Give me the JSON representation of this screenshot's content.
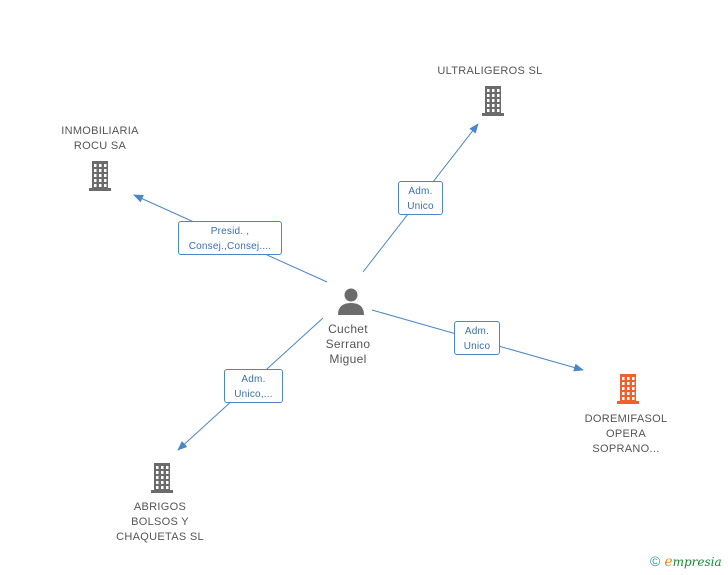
{
  "colors": {
    "edge": "#4a86c8",
    "building": "#6b6b6b",
    "building_highlight": "#f0602a",
    "person": "#6b6b6b"
  },
  "center": {
    "icon": "person-icon",
    "name_lines": [
      "Cuchet",
      "Serrano",
      "Miguel"
    ]
  },
  "companies": [
    {
      "id": "ultraligeros",
      "icon": "building-icon",
      "highlight": false,
      "name_lines": [
        "ULTRALIGEROS SL"
      ]
    },
    {
      "id": "inmobiliaria",
      "icon": "building-icon",
      "highlight": false,
      "name_lines": [
        "INMOBILIARIA",
        "ROCU SA"
      ]
    },
    {
      "id": "doremifasol",
      "icon": "building-icon",
      "highlight": true,
      "name_lines": [
        "DOREMIFASOL",
        "OPERA",
        "SOPRANO..."
      ]
    },
    {
      "id": "abrigos",
      "icon": "building-icon",
      "highlight": false,
      "name_lines": [
        "ABRIGOS",
        "BOLSOS Y",
        "CHAQUETAS SL"
      ]
    }
  ],
  "roles": [
    {
      "target": "ultraligeros",
      "lines": [
        "Adm.",
        "Unico"
      ]
    },
    {
      "target": "inmobiliaria",
      "lines": [
        "Presid. ,",
        "Consej.,Consej...."
      ]
    },
    {
      "target": "doremifasol",
      "lines": [
        "Adm.",
        "Unico"
      ]
    },
    {
      "target": "abrigos",
      "lines": [
        "Adm.",
        "Unico,..."
      ]
    }
  ],
  "brand": {
    "copyright": "©",
    "e": "e",
    "rest": "mpresia"
  }
}
